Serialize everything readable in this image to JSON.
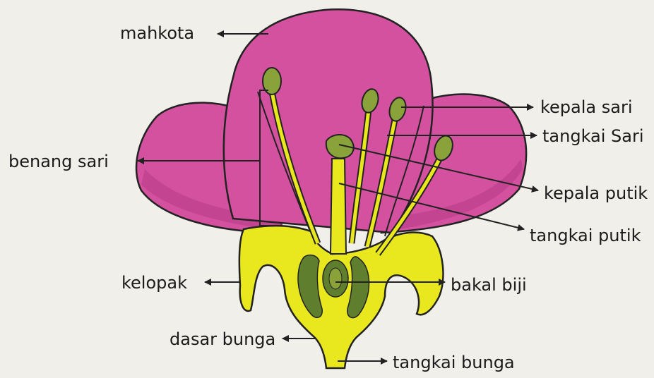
{
  "labels": {
    "mahkota": "mahkota",
    "benang_sari": "benang sari",
    "kelopak": "kelopak",
    "dasar_bunga": "dasar bunga",
    "kepala_sari": "kepala sari",
    "tangkai_sari": "tangkai Sari",
    "kepala_putik": "kepala putik",
    "tangkai_putik": "tangkai putik",
    "bakal_biji": "bakal biji",
    "tangkai_bunga": "tangkai bunga"
  },
  "colors": {
    "petal": "#d4519f",
    "petal_dark": "#b53a85",
    "receptacle": "#e9e81f",
    "anther": "#8aa23a",
    "ovule": "#5f7f2e",
    "outline": "#222222",
    "background": "#f1efe9"
  }
}
